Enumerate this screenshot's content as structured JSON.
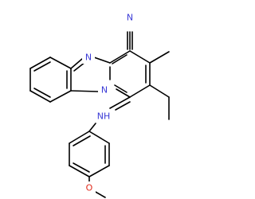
{
  "atoms": {
    "nitrile_n": {
      "symbol": "N",
      "color": "#3a3ad6"
    },
    "imidazole_n": {
      "symbol": "N",
      "color": "#3a3ad6"
    },
    "bridge_n": {
      "symbol": "N",
      "color": "#3a3ad6"
    },
    "amine_nh": {
      "symbol": "NH",
      "color": "#3a3ad6"
    },
    "ether_o": {
      "symbol": "O",
      "color": "#e12a1b"
    }
  },
  "colors": {
    "bond": "#000000",
    "nitrogen": "#3a3ad6",
    "oxygen": "#e12a1b",
    "background": "#ffffff"
  }
}
